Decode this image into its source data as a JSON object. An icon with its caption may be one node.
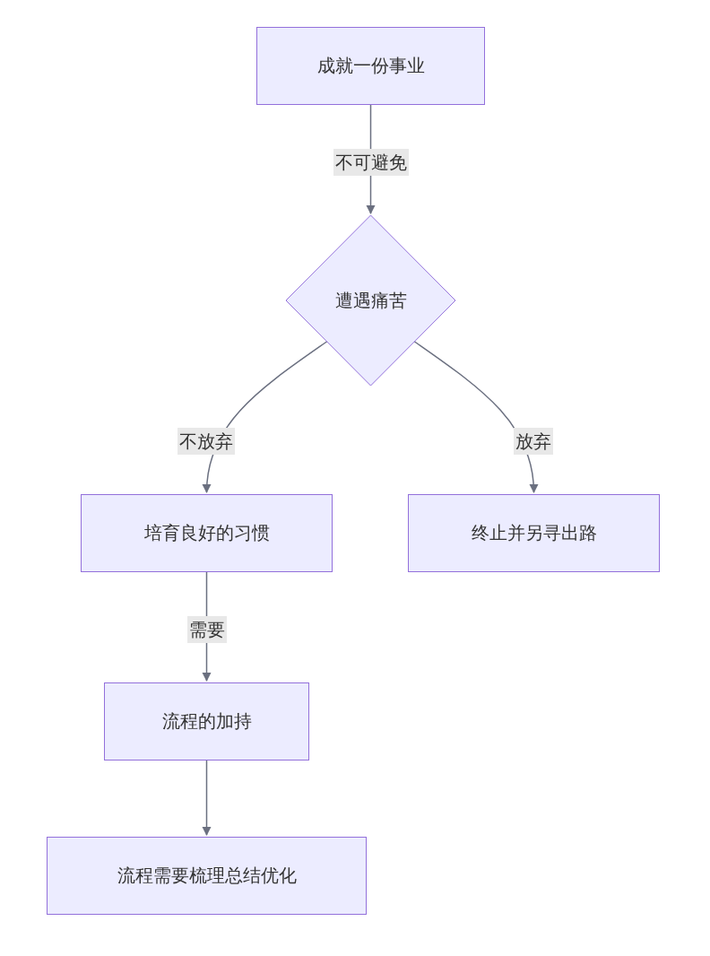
{
  "diagram": {
    "nodes": [
      {
        "text": [
          "成就一份事业"
        ]
      },
      {
        "text": [
          "遭遇痛苦"
        ]
      },
      {
        "text": [
          "培育良好的习惯"
        ]
      },
      {
        "text": [
          "终止并另寻出路"
        ]
      },
      {
        "text": [
          "流程的加持"
        ]
      },
      {
        "text": [
          "流程需要梳理总结优化"
        ]
      }
    ],
    "edges": [
      {
        "from": 0,
        "to": 1,
        "arrow": "to",
        "label": "不可避免"
      },
      {
        "from": 1,
        "to": 2,
        "arrow": "to",
        "label": "不放弃"
      },
      {
        "from": 1,
        "to": 3,
        "arrow": "to",
        "label": "放弃"
      },
      {
        "from": 2,
        "to": 4,
        "arrow": "to",
        "label": "需要"
      },
      {
        "from": 4,
        "to": 5,
        "arrow": "to"
      }
    ]
  }
}
